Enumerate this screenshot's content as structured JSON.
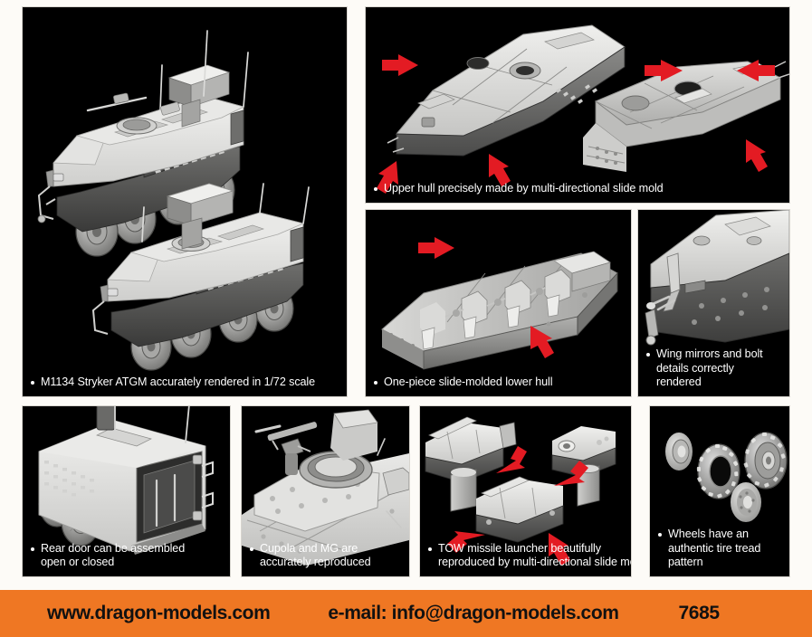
{
  "page": {
    "background_color": "#fdfbf7",
    "panel_background_color": "#000000",
    "arrow_color": "#e31b23",
    "footer_color": "#ef7723",
    "caption_text_color": "#ffffff"
  },
  "panels": [
    {
      "id": "main-vehicle",
      "name": "main-vehicle-panel",
      "caption": [
        "M1134 Stryker ATGM accurately rendered in 1/72 scale"
      ],
      "subject": "Two three-quarter views of the completed M1134 Stryker ATGM 8x8 armoured vehicle model"
    },
    {
      "id": "upper-hull",
      "name": "upper-hull-panel",
      "caption": [
        "Upper hull precisely made by multi-directional slide mold"
      ],
      "subject": "Upper hull part shown from above and below with six red slide-direction arrows"
    },
    {
      "id": "lower-hull",
      "name": "lower-hull-panel",
      "caption": [
        "One-piece slide-molded lower hull"
      ],
      "subject": "One-piece lower hull tub with suspension mounts and two red arrows"
    },
    {
      "id": "wing-mirrors",
      "name": "wing-mirrors-panel",
      "caption": [
        "Wing mirrors and bolt",
        "details correctly",
        "rendered"
      ],
      "subject": "Close-up of the hull front corner showing wing mirror and bolt detail"
    },
    {
      "id": "rear-door",
      "name": "rear-door-panel",
      "caption": [
        "Rear door can be assembled",
        "open or closed"
      ],
      "subject": "Rear three-quarter view of the vehicle showing the rear ramp door"
    },
    {
      "id": "cupola-mg",
      "name": "cupola-mg-panel",
      "caption": [
        "Cupola and MG are",
        "accurately reproduced"
      ],
      "subject": "Close-up of the commander's cupola with mounted machine gun"
    },
    {
      "id": "tow-launcher",
      "name": "tow-launcher-panel",
      "caption": [
        "TOW missile launcher beautifully",
        "reproduced by multi-directional slide mold"
      ],
      "subject": "Three views of the TOW missile launcher pod with four red slide-direction arrows"
    },
    {
      "id": "wheels",
      "name": "wheels-panel",
      "caption": [
        "Wheels have an",
        "authentic tire tread",
        "pattern"
      ],
      "subject": "Four separate road wheels and tyres showing the tread pattern"
    }
  ],
  "footer": {
    "website": "www.dragon-models.com",
    "email": "e-mail: info@dragon-models.com",
    "kit_number": "7685"
  }
}
